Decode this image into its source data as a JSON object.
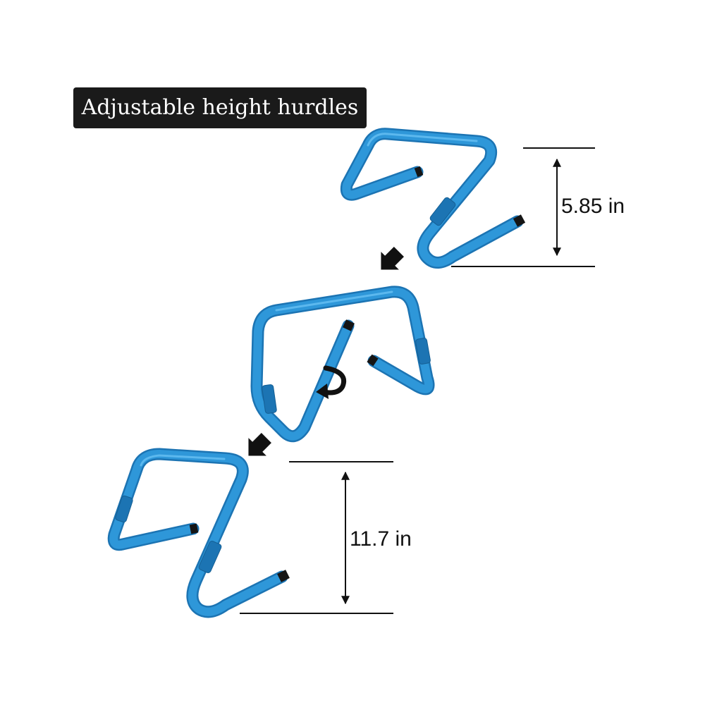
{
  "title": "Adjustable height hurdles",
  "dimensions": {
    "low": "5.85 in",
    "high": "11.7 in"
  },
  "colors": {
    "tube": "#2e97d9",
    "tube_highlight": "#5cb8ee",
    "tube_edge": "#1c74b3",
    "caps": "#151515",
    "arrows": "#111111",
    "lines": "#111111",
    "title_bg": "#1a1a1a",
    "title_text": "#ffffff"
  },
  "icons": {
    "step_arrow": "arrow-down-left-icon",
    "rotate": "rotate-arrow-icon"
  }
}
